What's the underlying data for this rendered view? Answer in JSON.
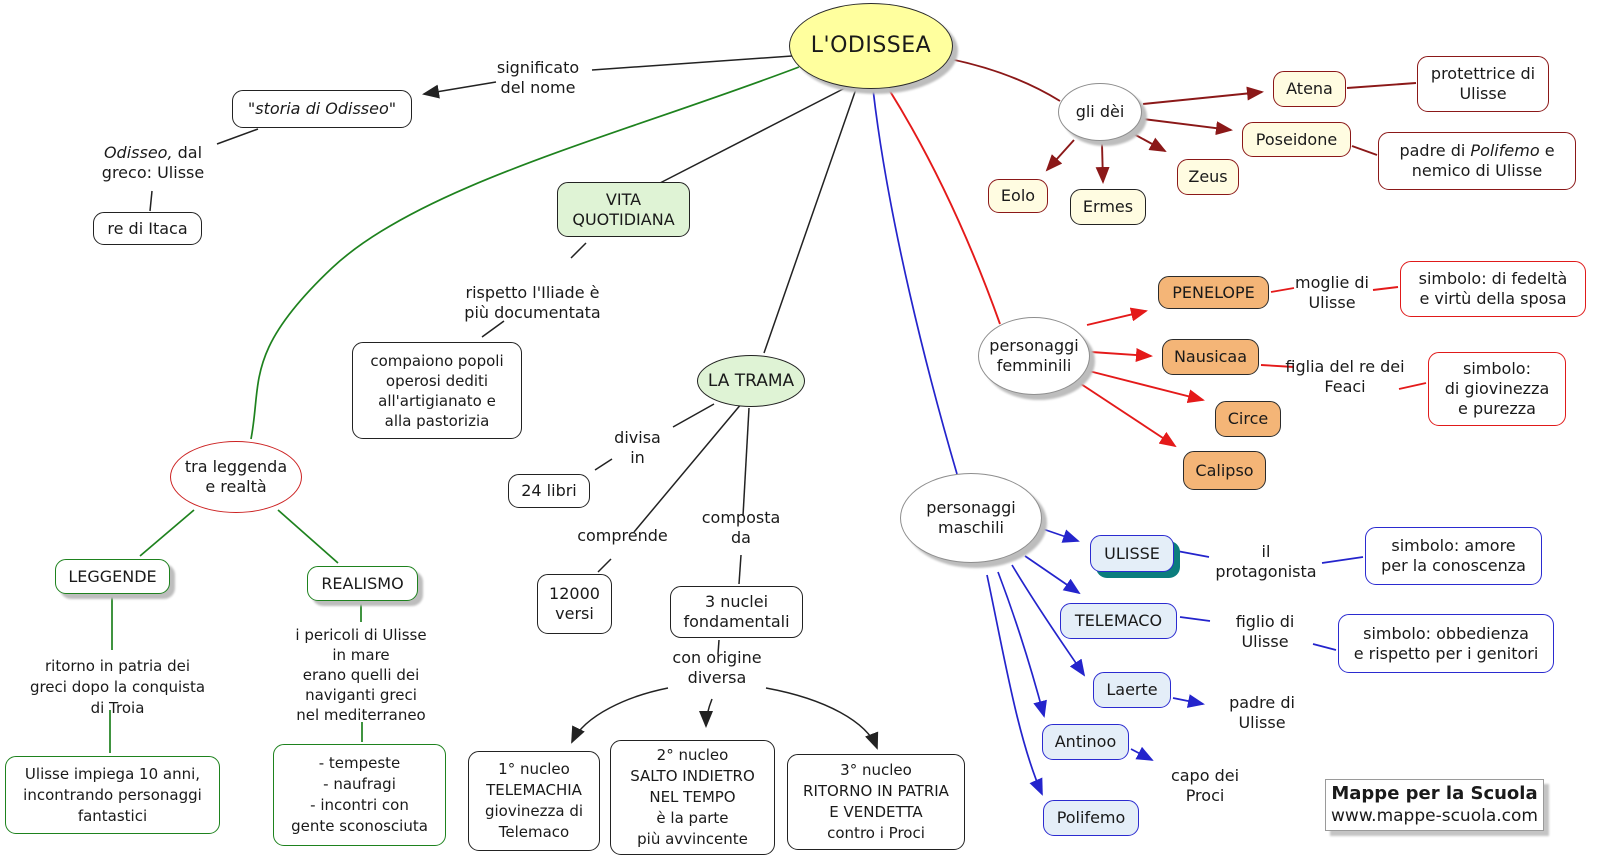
{
  "colors": {
    "black_line": "#222222",
    "green_line": "#1e821e",
    "dark_red_line": "#8b1818",
    "red_line": "#e41a1a",
    "blue_line": "#2424cc",
    "teal_shadow": "#0b7d7d",
    "yellow_node": "#ffff9e",
    "green_node": "#dff3d5",
    "cream_node": "#fffce1",
    "orange_node": "#f4b577",
    "blue_node": "#e4eef8"
  },
  "nodes": {
    "odissea": "L'ODISSEA",
    "significato": "significato\ndel nome",
    "storia": "\"storia di Odisseo\"",
    "odisseo_italic": "Odisseo,",
    "odisseo_rest": "  dal",
    "odisseo_line2": "greco: Ulisse",
    "re_itaca": "re di Itaca",
    "vita": "VITA\nQUOTIDIANA",
    "rispetto": "rispetto l'Iliade è\npiù documentata",
    "compaiono": "compaiono popoli\noperosi dediti\nall'artigianato e\nalla pastorizia",
    "trama": "LA TRAMA",
    "divisa": "divisa\nin",
    "libri": "24 libri",
    "comprende": "comprende",
    "versi": "12000\nversi",
    "composta": "composta\nda",
    "nuclei": "3 nuclei\nfondamentali",
    "origine": "con origine\ndiversa",
    "nucleo1": "1° nucleo\nTELEMACHIA\ngiovinezza di\nTelemaco",
    "nucleo2": "2° nucleo\nSALTO INDIETRO\nNEL TEMPO\nè la parte\npiù avvincente",
    "nucleo3": "3° nucleo\nRITORNO IN PATRIA\nE VENDETTA\ncontro i Proci",
    "tra_leggenda": "tra leggenda\ne realtà",
    "leggende": "LEGGENDE",
    "realismo": "REALISMO",
    "ritorno": "ritorno in patria dei\ngreci dopo la conquista\ndi Troia",
    "ulisse10": "Ulisse impiega 10 anni,\nincontrando personaggi\nfantastici",
    "pericoli": "i pericoli di Ulisse\nin mare\nerano quelli dei\nnaviganti greci\nnel mediterraneo",
    "tempeste": "- tempeste\n- naufragi\n- incontri con\ngente sconosciuta",
    "gli_dei": "gli dèi",
    "eolo": "Eolo",
    "ermes": "Ermes",
    "zeus": "Zeus",
    "atena": "Atena",
    "poseidone": "Poseidone",
    "protettrice": "protettrice di\nUlisse",
    "padre_p1": "padre di ",
    "padre_p2": "Polifemo",
    "padre_p3": "  e",
    "padre_line2": "nemico di Ulisse",
    "pers_femminili": "personaggi\nfemminili",
    "penelope": "PENELOPE",
    "nausicaa": "Nausicaa",
    "circe": "Circe",
    "calipso": "Calipso",
    "moglie": "moglie di\nUlisse",
    "figlia": "figlia del re dei\nFeaci",
    "simbolo_fedelta": "simbolo: di fedeltà\ne virtù della sposa",
    "simbolo_giovinezza": "simbolo:\ndi giovinezza\ne purezza",
    "pers_maschili": "personaggi\nmaschili",
    "ulisse": "ULISSE",
    "telemaco": "TELEMACO",
    "laerte": "Laerte",
    "antinoo": "Antinoo",
    "polifemo": "Polifemo",
    "protagonista": "il\nprotagonista",
    "figlio": "figlio di\nUlisse",
    "padre_ulisse": "padre di\nUlisse",
    "capo": "capo dei\nProci",
    "simbolo_amore": "simbolo: amore\nper la conoscenza",
    "simbolo_obbedienza": "simbolo: obbedienza\ne rispetto per i genitori"
  },
  "branding": {
    "name": "Mappe per la Scuola",
    "url": "www.mappe-scuola.com"
  }
}
